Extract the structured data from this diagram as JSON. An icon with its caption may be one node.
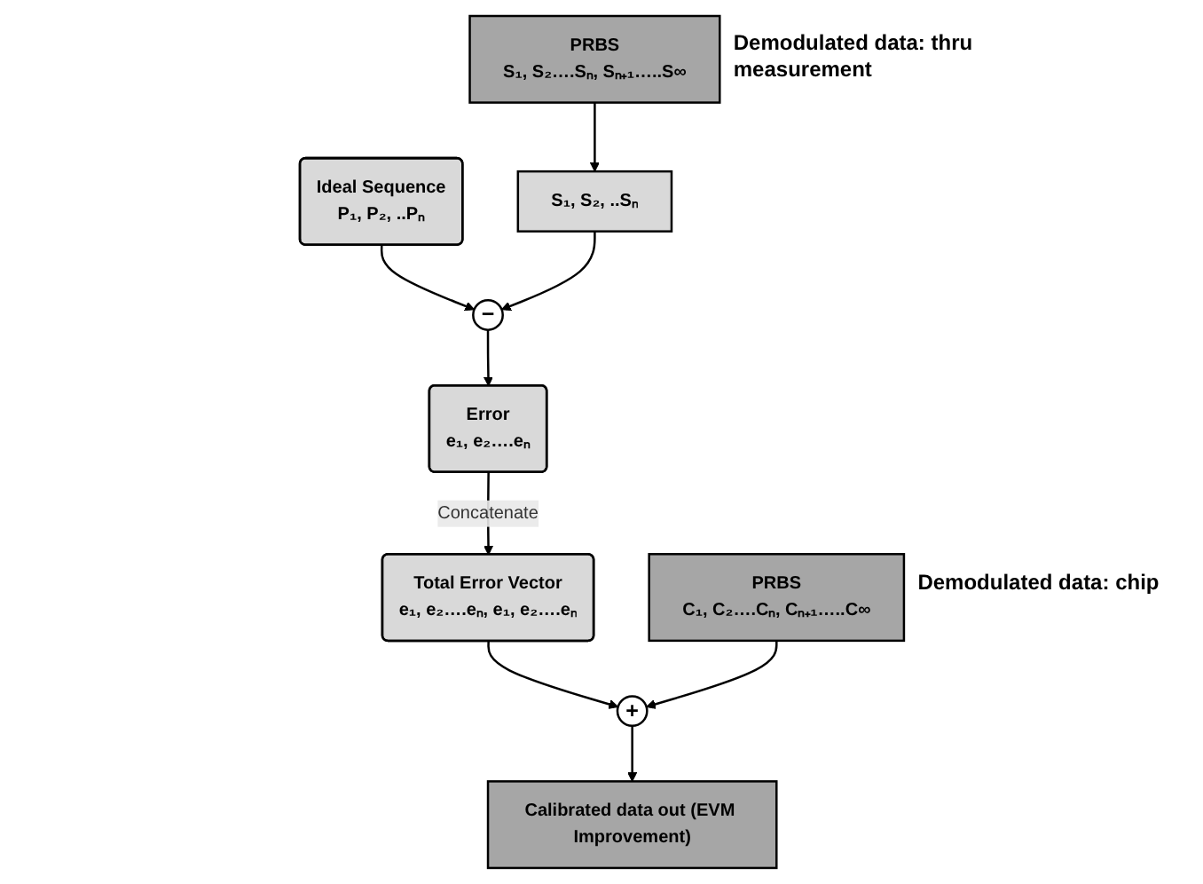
{
  "diagram": {
    "nodes": [
      {
        "text": [
          "Ideal Sequence",
          "P₁, P₂, ..Pₙ"
        ]
      },
      {
        "text": [
          "−"
        ]
      },
      {
        "text": [
          "Error",
          "e₁, e₂….eₙ"
        ]
      },
      {
        "text": [
          "Total Error Vector",
          "e₁, e₂….eₙ, e₁, e₂….eₙ"
        ]
      },
      {
        "text": [
          "S₁, S₂, ..Sₙ"
        ]
      },
      {
        "text": [
          "PRBS",
          "S₁, S₂….Sₙ, Sₙ₊₁…..S∞"
        ],
        "beside": [
          "Demodulated data: thru measurement"
        ]
      },
      {
        "text": [
          "PRBS",
          "C₁, C₂….Cₙ, Cₙ₊₁…..C∞"
        ],
        "beside": [
          "Demodulated data: chip"
        ]
      },
      {
        "text": [
          "+"
        ]
      },
      {
        "text": [
          "Calibrated data out (EVM Improvement)"
        ]
      }
    ],
    "edges": [
      {
        "from": 0,
        "to": 1,
        "arrow": "to"
      },
      {
        "from": 4,
        "to": 1,
        "arrow": "to"
      },
      {
        "from": 1,
        "to": 2,
        "arrow": "to"
      },
      {
        "from": 2,
        "to": 3,
        "arrow": "to",
        "label": "Concatenate"
      },
      {
        "from": 5,
        "to": 4,
        "arrow": "to"
      },
      {
        "from": 3,
        "to": 7,
        "arrow": "to"
      },
      {
        "from": 6,
        "to": 7,
        "arrow": "to"
      },
      {
        "from": 7,
        "to": 8,
        "arrow": "to"
      }
    ]
  }
}
